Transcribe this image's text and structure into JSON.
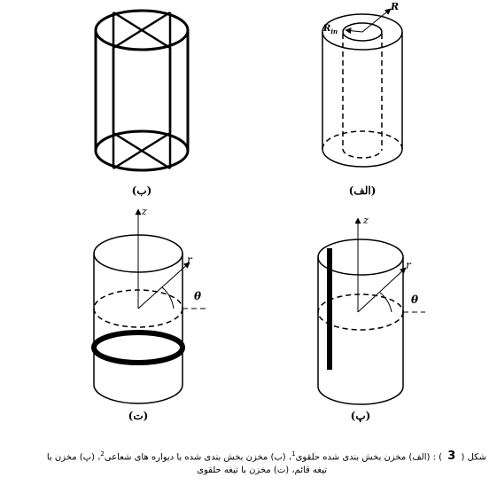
{
  "panels": {
    "a": {
      "label": "(الف)",
      "labels": {
        "outer_radius": "R",
        "inner_radius": "R",
        "inner_radius_sub": "in"
      }
    },
    "b": {
      "label": "(ب)"
    },
    "p": {
      "label": "(پ)",
      "axes": {
        "z": "z",
        "r": "r",
        "theta": "θ"
      }
    },
    "t": {
      "label": "(ت)",
      "axes": {
        "z": "z",
        "r": "r",
        "theta": "θ"
      }
    }
  },
  "caption": {
    "line1_prefix": "شکل (",
    "number": "3",
    "line1_rest": ") : (الف) مخزن بخش بندی شده حلقوی",
    "sup1": "1",
    "line1_mid": "، (ب) مخزن بخش بندی شده با دیواره های شعاعی",
    "sup2": "2",
    "line1_end": "، (پ) مخزن با",
    "line2": "تیغه قائم، (ت) مخزن با تیغه حلقوی"
  }
}
